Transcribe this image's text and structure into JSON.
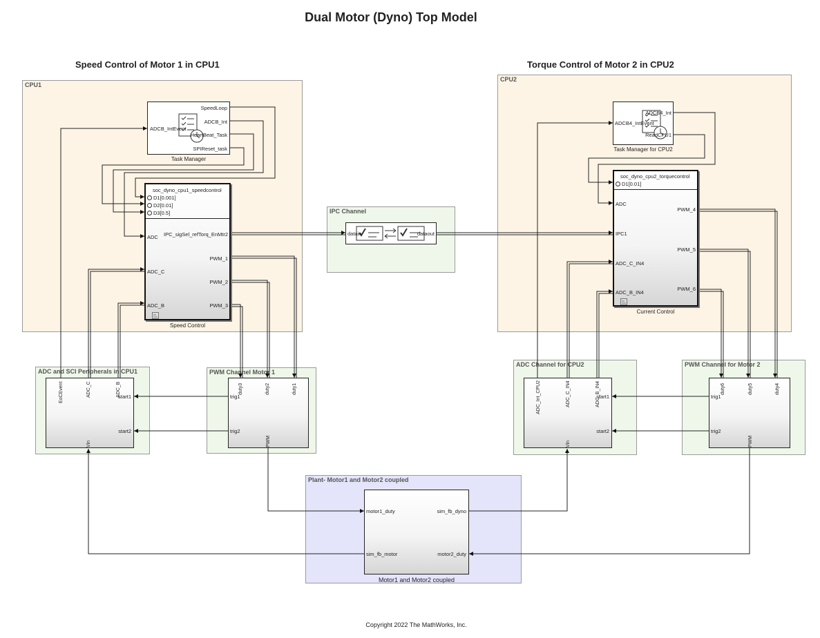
{
  "diagram_title": "Dual Motor (Dyno) Top Model",
  "left_title": "Speed Control of Motor 1 in CPU1",
  "right_title": "Torque Control of Motor 2 in CPU2",
  "copyright": "Copyright 2022 The MathWorks, Inc.",
  "cpu1": {
    "label": "CPU1",
    "task_manager": {
      "caption": "Task Manager",
      "input": "ADCB_IntEvent",
      "outputs": [
        "SpeedLoop",
        "ADCB_Int",
        "HeartBeat_Task",
        "SPIReset_task"
      ]
    },
    "speed_control": {
      "header": "soc_dyno_cpu1_speedcontrol",
      "caption": "Speed Control",
      "rates": [
        "D1[0.001]",
        "D2[0.01]",
        "D3[0.5]"
      ],
      "inputs": [
        "ADC",
        "ADC_C",
        "ADC_B"
      ],
      "outputs": [
        "IPC_sigSel_refTorq_EnMtr2",
        "PWM_1",
        "PWM_2",
        "PWM_3"
      ]
    }
  },
  "cpu2": {
    "label": "CPU2",
    "task_manager": {
      "caption": "Task Manager for CPU2",
      "input": "ADCB4_IntEvent",
      "outputs": [
        "ADCB4_Int",
        "ReadCPU1"
      ]
    },
    "current_control": {
      "header": "soc_dyno_cpu2_torquecontrol",
      "caption": "Current Control",
      "rates": [
        "D1[0.01]"
      ],
      "inputs": [
        "ADC",
        "IPC1",
        "ADC_C_IN4",
        "ADC_B_IN4"
      ],
      "outputs": [
        "PWM_4",
        "PWM_5",
        "PWM_6"
      ]
    }
  },
  "ipc": {
    "label": "IPC Channel",
    "input": "datain",
    "output": "dataout"
  },
  "adc_cpu1": {
    "label": "ADC and SCI Peripherals in CPU1",
    "top_ports": [
      "EoCEvent",
      "ADC_C",
      "ADC_B"
    ],
    "inputs": [
      "start1",
      "start2"
    ],
    "bottom_port": "Vin"
  },
  "pwm_motor1": {
    "label": "PWM Channel Motor 1",
    "top_ports": [
      "duty3",
      "duty2",
      "duty1"
    ],
    "outputs": [
      "trig1",
      "trig2"
    ],
    "bottom_port": "PWM"
  },
  "adc_cpu2": {
    "label": "ADC Channel for CPU2",
    "top_ports": [
      "ADC_Int_CPU2",
      "ADC_C_IN4",
      "ADC_B_IN4"
    ],
    "inputs": [
      "start1",
      "start2"
    ],
    "bottom_port": "Vin"
  },
  "pwm_motor2": {
    "label": "PWM Channel for Motor 2",
    "top_ports": [
      "duty6",
      "duty5",
      "duty4"
    ],
    "outputs": [
      "trig1",
      "trig2"
    ],
    "bottom_port": "PWM"
  },
  "plant": {
    "label": "Plant- Motor1 and Motor2 coupled",
    "caption": "Motor1 and Motor2 coupled",
    "inputs": [
      "motor1_duty",
      "sim_fb_motor"
    ],
    "outputs": [
      "sim_fb_dyno",
      "motor2_duty"
    ]
  }
}
